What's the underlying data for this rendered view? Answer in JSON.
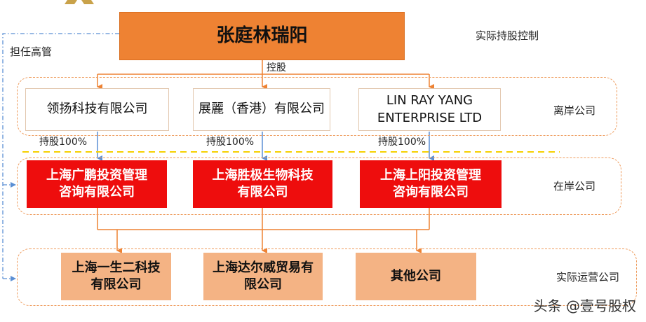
{
  "top": {
    "name": "张庭林瑞阳",
    "right_label": "实际持股控制"
  },
  "left_label": "担任高管",
  "relation_top": "控股",
  "offshore": {
    "zone_label": "离岸公司",
    "companies": [
      "领扬科技有限公司",
      "展麗（香港）有限公司",
      "LIN RAY YANG ENTERPRISE LTD"
    ],
    "holding": [
      "持股100%",
      "持股100%",
      "持股100%"
    ]
  },
  "onshore": {
    "zone_label": "在岸公司",
    "companies": [
      "上海广鹏投资管理咨询有限公司",
      "上海胜极生物科技有限公司",
      "上海上阳投资管理咨询有限公司"
    ]
  },
  "operating": {
    "zone_label": "实际运营公司",
    "companies": [
      "上海一生二科技有限公司",
      "上海达尔威贸易有限公司",
      "其他公司"
    ]
  },
  "watermark": "头条 @壹号股权",
  "colors": {
    "top_fill": "#ee8233",
    "onshore_fill": "#ee0d0d",
    "operating_fill": "#f4b384",
    "line": "#ee8233",
    "arrow_blue": "#5b8fd4",
    "dashed_sep": "#f5d000"
  }
}
